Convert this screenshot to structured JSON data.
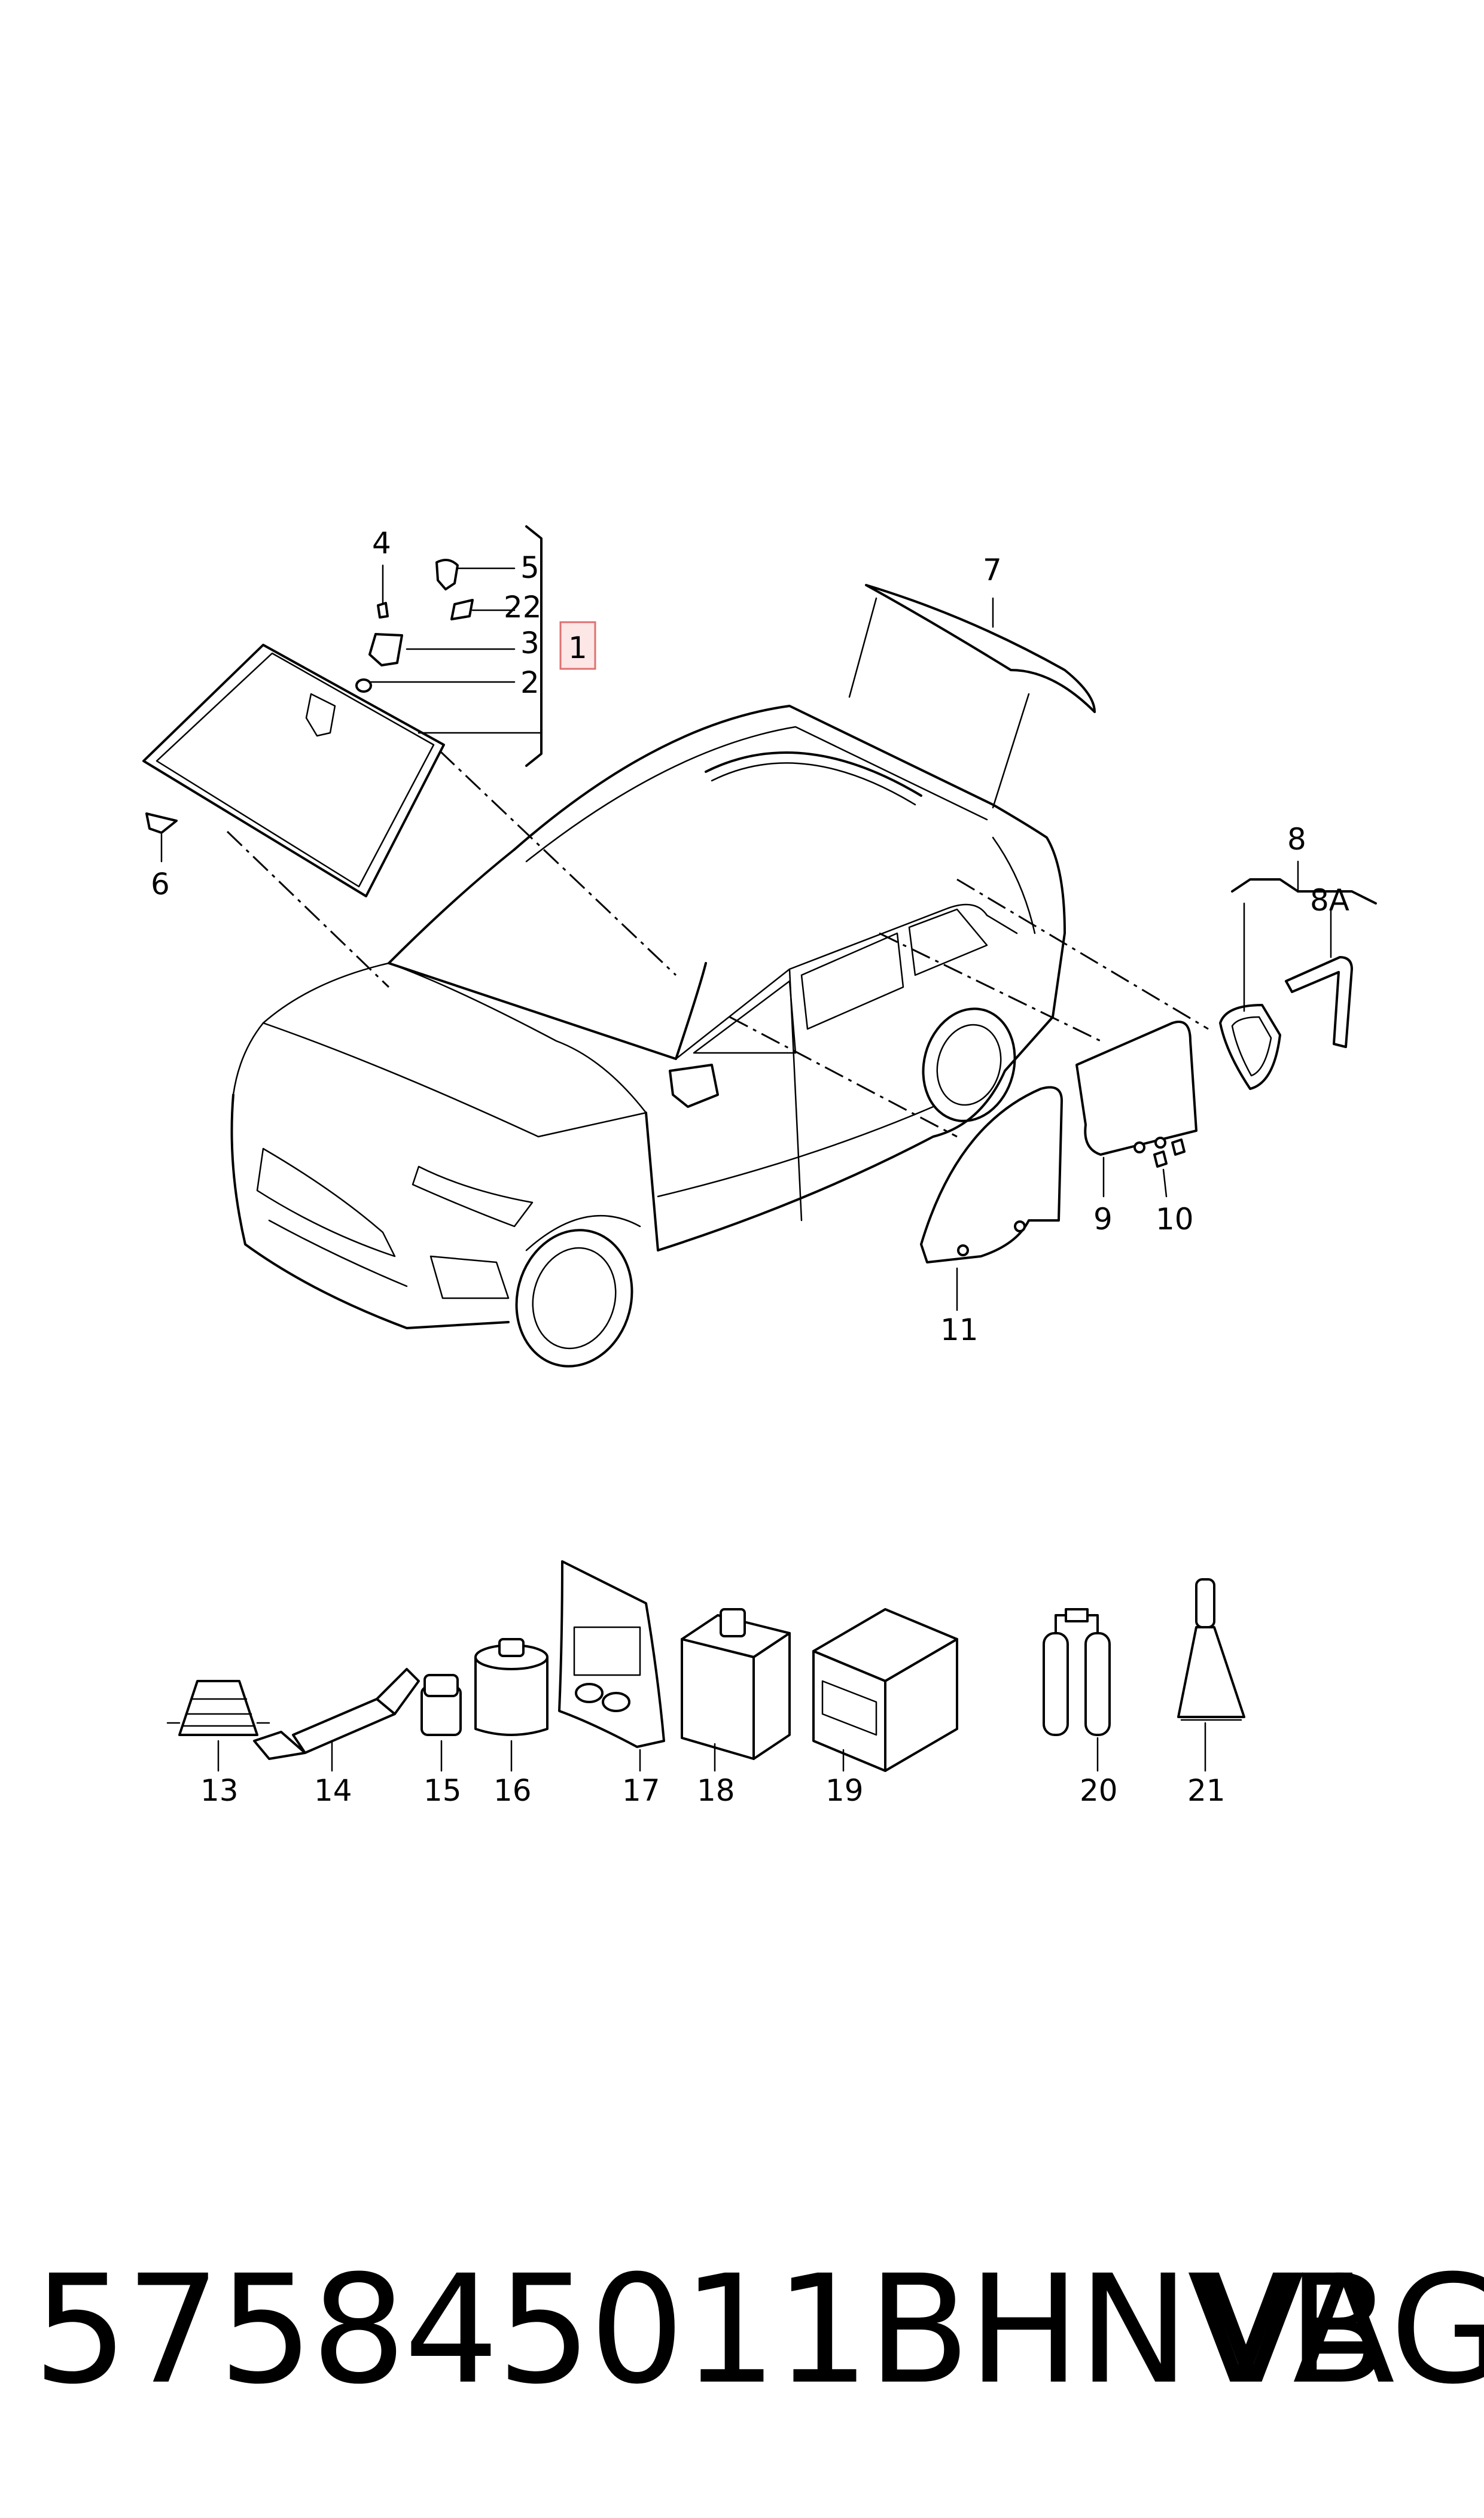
{
  "callouts": {
    "c1": "1",
    "c2": "2",
    "c3": "3",
    "c4": "4",
    "c5": "5",
    "c6": "6",
    "c7": "7",
    "c8": "8",
    "c8a": "8A",
    "c9": "9",
    "c10": "10",
    "c11": "11",
    "c13": "13",
    "c14": "14",
    "c15": "15",
    "c16": "16",
    "c17": "17",
    "c18": "18",
    "c19": "19",
    "c20": "20",
    "c21": "21",
    "c22": "22"
  },
  "footer": {
    "part_number": "575845011BHNVB",
    "brand": "VAG"
  },
  "colors": {
    "line": "#000000",
    "highlight_fill": "#fde6e6",
    "highlight_stroke": "#e07070"
  }
}
